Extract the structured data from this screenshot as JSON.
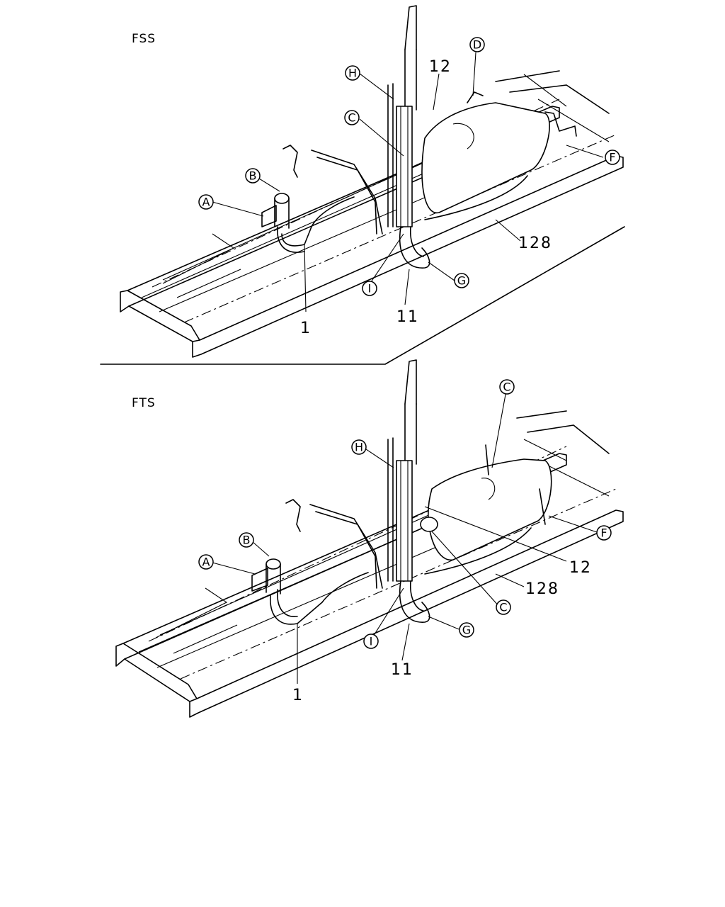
{
  "sections": [
    {
      "id": "fss",
      "title": "FSS"
    },
    {
      "id": "fts",
      "title": "FTS"
    }
  ],
  "callouts": {
    "fss": [
      "A",
      "B",
      "C",
      "D",
      "F",
      "G",
      "H",
      "I"
    ],
    "fts": [
      "A",
      "B",
      "C",
      "C",
      "F",
      "G",
      "H",
      "I"
    ]
  },
  "part_numbers": {
    "fss": [
      "1",
      "11",
      "12",
      "128"
    ],
    "fts": [
      "1",
      "11",
      "12",
      "128"
    ]
  }
}
